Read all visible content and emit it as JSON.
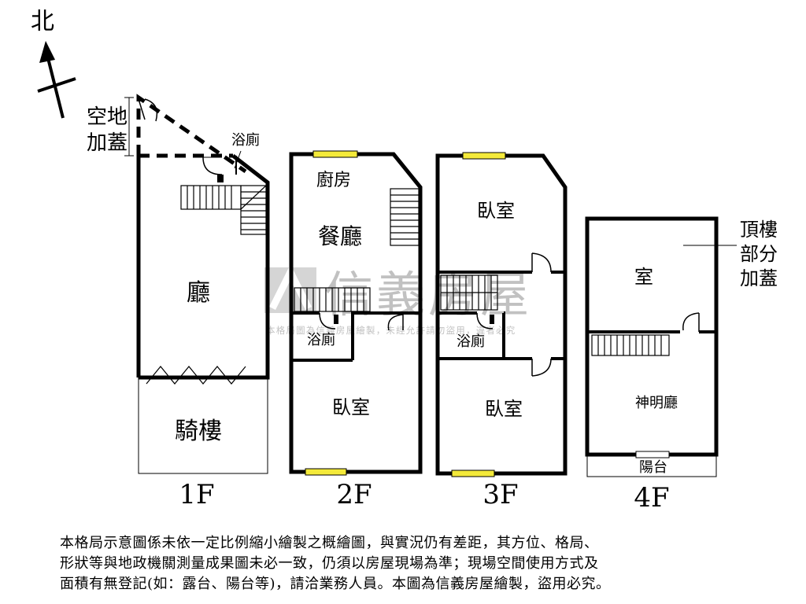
{
  "compass": {
    "label": "北"
  },
  "annotations": {
    "yard_line1": "空地",
    "yard_line2": "加蓋",
    "rooftop_line1": "頂樓",
    "rooftop_line2": "部分",
    "rooftop_line3": "加蓋"
  },
  "watermark": {
    "brand": "信義房屋",
    "notice": "本格局圖為信義房屋繪製，未經允許請勿盜用，違者必究"
  },
  "floors": {
    "f1": {
      "label": "1F",
      "bath": "浴廁",
      "hall": "廳",
      "arcade": "騎樓"
    },
    "f2": {
      "label": "2F",
      "kitchen": "廚房",
      "dining": "餐廳",
      "bath": "浴廁",
      "bedroom": "臥室"
    },
    "f3": {
      "label": "3F",
      "bedroom_top": "臥室",
      "bath": "浴廁",
      "bedroom_bottom": "臥室"
    },
    "f4": {
      "label": "4F",
      "room": "室",
      "shrine": "神明廳",
      "balcony": "陽台"
    }
  },
  "disclaimer": {
    "line1": "本格局示意圖係未依一定比例縮小繪製之概繪圖，與實況仍有差距，其方位、格局、",
    "line2": "形狀等與地政機關測量成果圖未必一致，仍須以房屋現場為準；現場空間使用方式及",
    "line3": "面積有無登記(如：露台、陽台等)，請洽業務人員。本圖為信義房屋繪製，盜用必究。"
  },
  "colors": {
    "wall": "#000000",
    "window": "#f4ea3a",
    "watermark": "#9a9a9a"
  }
}
